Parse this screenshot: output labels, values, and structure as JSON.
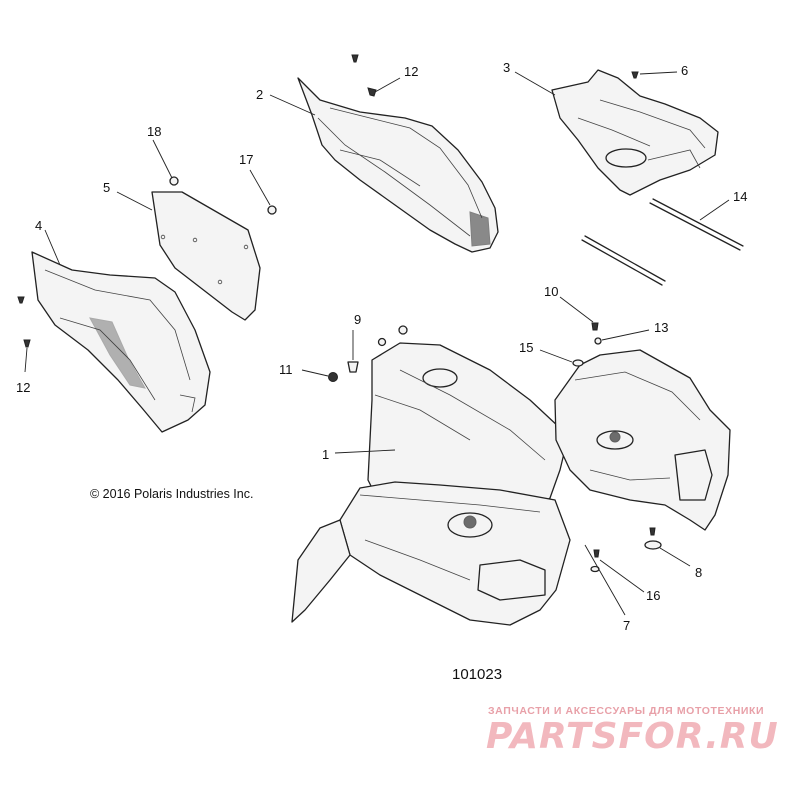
{
  "callouts": [
    {
      "id": "c1",
      "text": "1"
    },
    {
      "id": "c2",
      "text": "2"
    },
    {
      "id": "c3",
      "text": "3"
    },
    {
      "id": "c4",
      "text": "4"
    },
    {
      "id": "c5",
      "text": "5"
    },
    {
      "id": "c6",
      "text": "6"
    },
    {
      "id": "c7",
      "text": "7"
    },
    {
      "id": "c8",
      "text": "8"
    },
    {
      "id": "c9",
      "text": "9"
    },
    {
      "id": "c10",
      "text": "10"
    },
    {
      "id": "c11",
      "text": "11"
    },
    {
      "id": "c12a",
      "text": "12"
    },
    {
      "id": "c12b",
      "text": "12"
    },
    {
      "id": "c13",
      "text": "13"
    },
    {
      "id": "c14",
      "text": "14"
    },
    {
      "id": "c15",
      "text": "15"
    },
    {
      "id": "c16",
      "text": "16"
    },
    {
      "id": "c17",
      "text": "17"
    },
    {
      "id": "c18",
      "text": "18"
    }
  ],
  "copyright": "© 2016 Polaris Industries Inc.",
  "diagram_number": "101023",
  "watermark": {
    "tagline": "ЗАПЧАСТИ И АКСЕССУАРЫ ДЛЯ МОТОТЕХНИКИ",
    "logo": "PARTSFOR.RU",
    "color": "#f2b8be"
  }
}
